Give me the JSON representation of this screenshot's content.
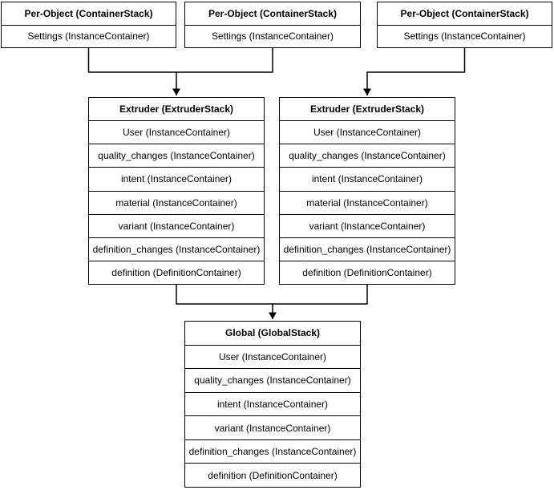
{
  "colors": {
    "background": "#ffffff",
    "line": "#000000",
    "text": "#000000"
  },
  "diagram": {
    "stacks": [
      {
        "id": "per-object-1",
        "title": "Per-Object (ContainerStack)",
        "rows": [
          "Settings (InstanceContainer)"
        ]
      },
      {
        "id": "per-object-2",
        "title": "Per-Object (ContainerStack)",
        "rows": [
          "Settings (InstanceContainer)"
        ]
      },
      {
        "id": "per-object-3",
        "title": "Per-Object (ContainerStack)",
        "rows": [
          "Settings (InstanceContainer)"
        ]
      },
      {
        "id": "extruder-left",
        "title": "Extruder (ExtruderStack)",
        "rows": [
          "User (InstanceContainer)",
          "quality_changes (InstanceContainer)",
          "intent (InstanceContainer)",
          "material (InstanceContainer)",
          "variant (InstanceContainer)",
          "definition_changes (InstanceContainer)",
          "definition (DefinitionContainer)"
        ]
      },
      {
        "id": "extruder-right",
        "title": "Extruder (ExtruderStack)",
        "rows": [
          "User (InstanceContainer)",
          "quality_changes (InstanceContainer)",
          "intent (InstanceContainer)",
          "material (InstanceContainer)",
          "variant (InstanceContainer)",
          "definition_changes (InstanceContainer)",
          "definition (DefinitionContainer)"
        ]
      },
      {
        "id": "global",
        "title": "Global (GlobalStack)",
        "rows": [
          "User (InstanceContainer)",
          "quality_changes (InstanceContainer)",
          "intent (InstanceContainer)",
          "variant (InstanceContainer)",
          "definition_changes (InstanceContainer)",
          "definition (DefinitionContainer)"
        ]
      }
    ]
  }
}
